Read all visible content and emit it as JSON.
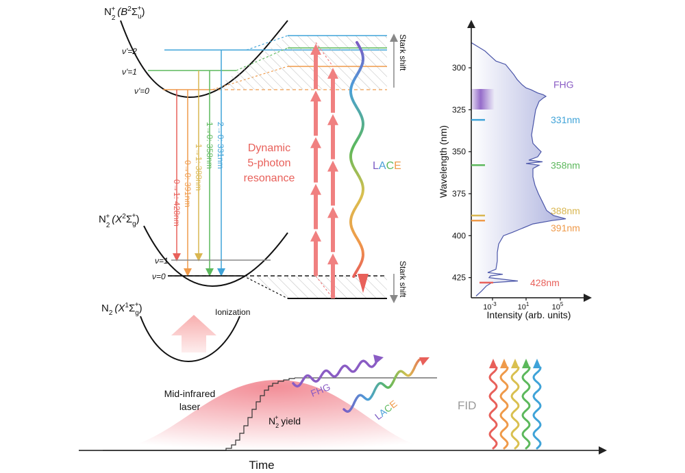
{
  "energy": {
    "b_state_main": "N",
    "b_state_sup": "+",
    "b_state_sub": "2",
    "b_state_term": "(B",
    "b_state_term_sup": "2",
    "b_state_term_sigma": "Σ",
    "b_state_term_sub": "u",
    "b_state_term_sigma_sup": "+",
    "b_state_close": ")",
    "x_state_term": "(X",
    "x_state_sub": "g",
    "neutral_main": "N",
    "neutral_sub": "2",
    "neutral_term": "(X",
    "neutral_term_sup": "1",
    "vib_b2": "ν'=2",
    "vib_b1": "ν'=1",
    "vib_b0": "ν'=0",
    "vib_x1": "ν=1",
    "vib_x0": "ν=0",
    "ionization": "Ionization",
    "transitions": [
      {
        "label": "2→0: 331nm",
        "color": "#3fa3d8"
      },
      {
        "label": "1→0: 358nm",
        "color": "#5cb85c"
      },
      {
        "label": "1→1: 388nm",
        "color": "#d9b650"
      },
      {
        "label": "0→0: 391nm",
        "color": "#ef9a4a"
      },
      {
        "label": "0→1: 428nm",
        "color": "#e8605a"
      }
    ]
  },
  "process": {
    "dynamic_line1": "Dynamic",
    "dynamic_line2": "5-photon",
    "dynamic_line3": "resonance",
    "lace": "LACE",
    "lace_letters": [
      {
        "ch": "L",
        "color": "#7b5cc4"
      },
      {
        "ch": "A",
        "color": "#4ba0d8"
      },
      {
        "ch": "C",
        "color": "#5cb85c"
      },
      {
        "ch": "E",
        "color": "#ef9a4a"
      }
    ],
    "stark_top": "Stark shift",
    "stark_bottom": "Stark shift"
  },
  "timeline": {
    "laser_line1": "Mid-infrared",
    "laser_line2": "laser",
    "yield_main": "N",
    "yield_rest": " yield",
    "fhg": "FHG",
    "lace": "LACE",
    "fid": "FID",
    "time": "Time",
    "colors": {
      "fhg": "#8a5cc4",
      "fid": "#999999",
      "laser": "#f07a85"
    }
  },
  "chart_data": {
    "type": "line",
    "title": "",
    "xlabel": "Intensity (arb. units)",
    "ylabel": "Wavelength (nm)",
    "xscale": "log",
    "xticks": [
      "10",
      "10",
      "10"
    ],
    "xtick_exps": [
      "-3",
      "1",
      "5"
    ],
    "yticks": [
      "300",
      "325",
      "350",
      "375",
      "400",
      "425"
    ],
    "ylim": [
      280,
      437
    ],
    "annotations": [
      {
        "text": "FHG",
        "wavelength": 316,
        "color": "#8a5cc4"
      },
      {
        "text": "331nm",
        "wavelength": 331,
        "color": "#3fa3d8"
      },
      {
        "text": "358nm",
        "wavelength": 358,
        "color": "#5cb85c"
      },
      {
        "text": "388nm",
        "wavelength": 388,
        "color": "#d9b650"
      },
      {
        "text": "391nm",
        "wavelength": 391,
        "color": "#ef9a4a"
      },
      {
        "text": "428nm",
        "wavelength": 428,
        "color": "#e8605a"
      }
    ]
  }
}
